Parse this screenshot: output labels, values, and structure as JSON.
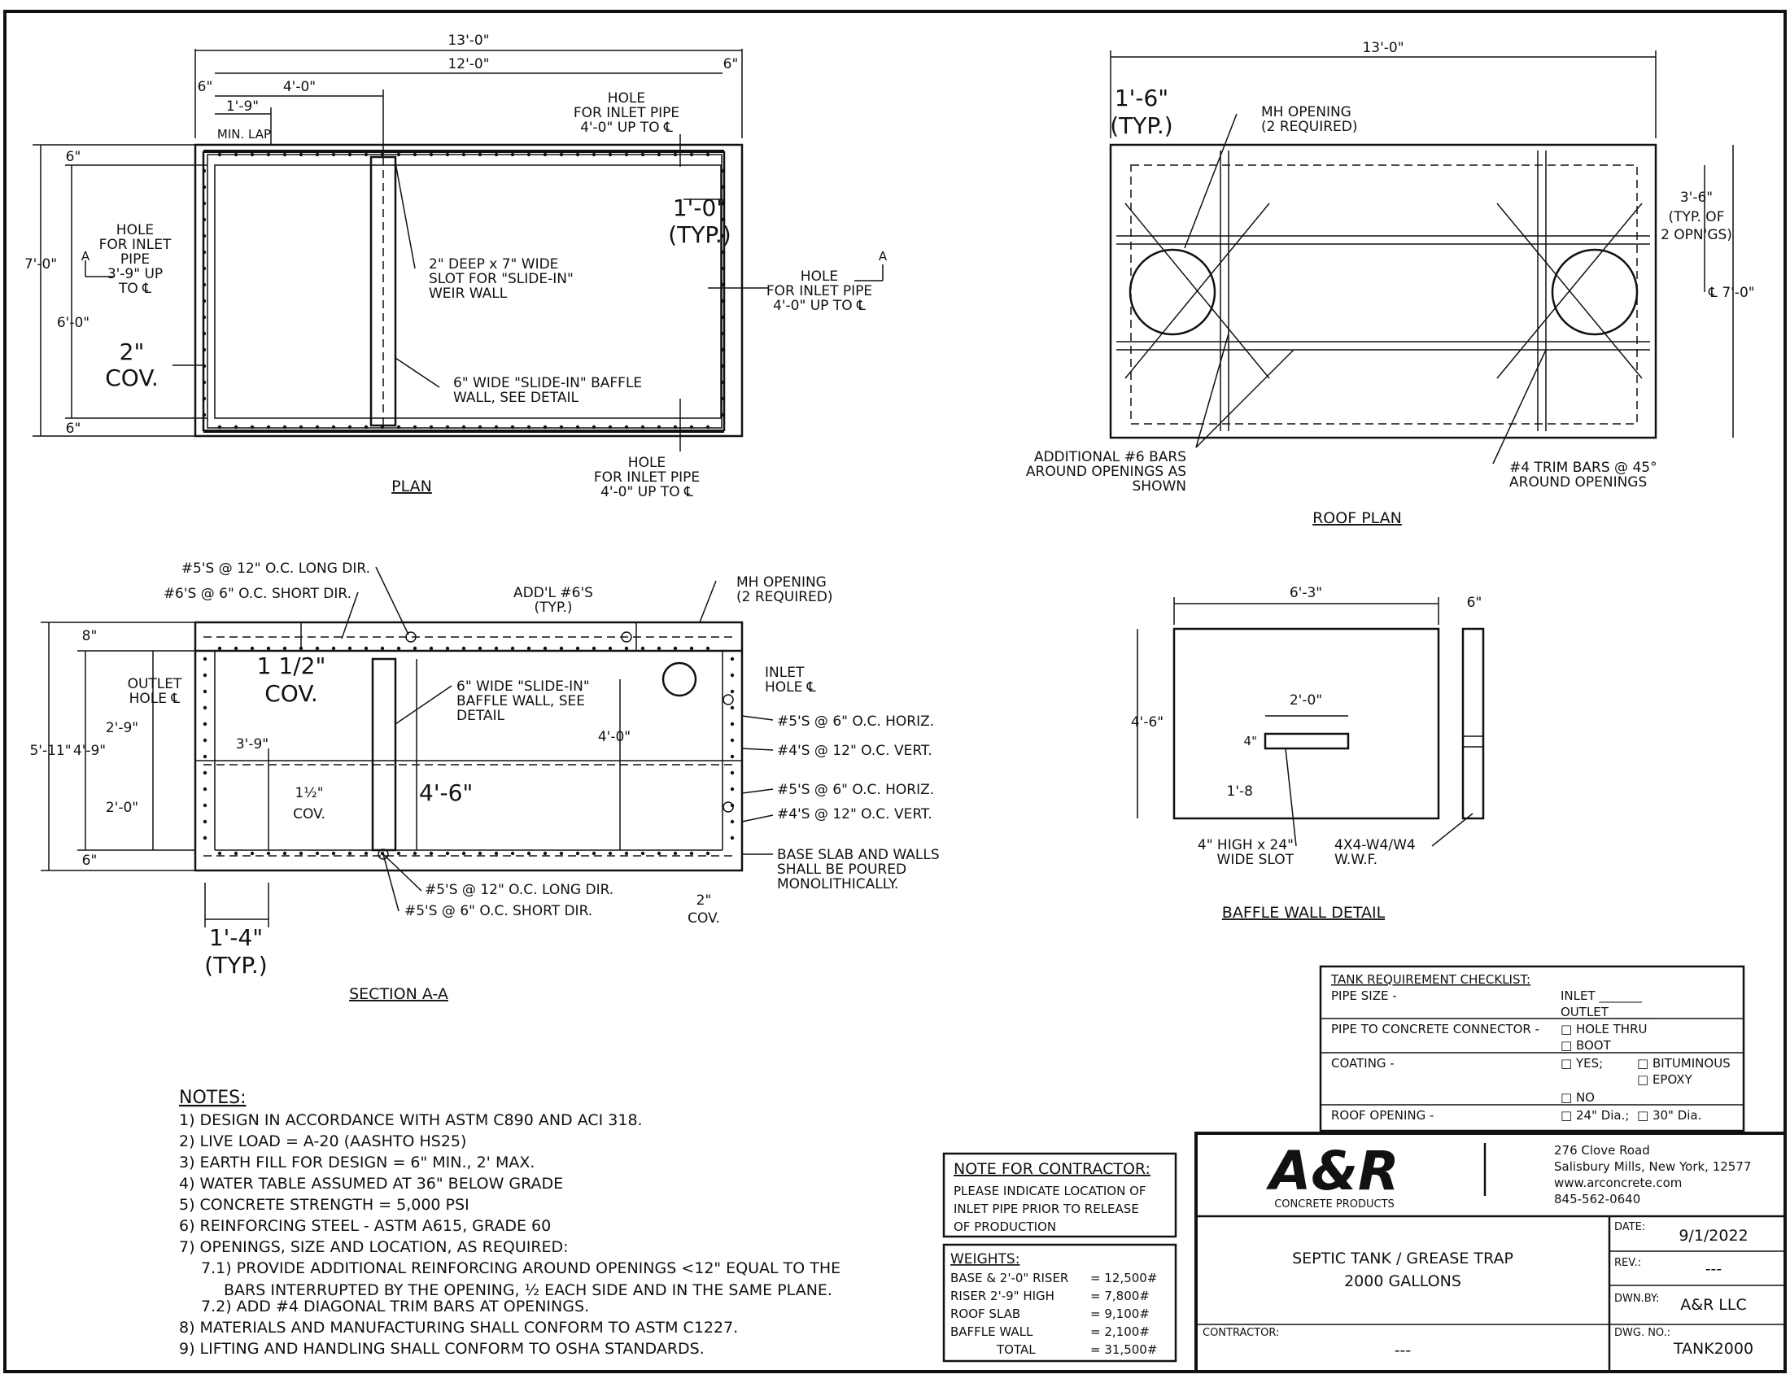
{
  "plan": {
    "title": "PLAN",
    "dim_overall": "13'-0\"",
    "dim_inner": "12'-0\"",
    "dim_right_wall": "6\"",
    "dim_left_wall": "6\"",
    "dim_4ft": "4'-0\"",
    "dim_1ft9": "1'-9\"",
    "min_lap": "MIN. LAP",
    "dim_7ft": "7'-0\"",
    "dim_6ft": "6'-0\"",
    "dim_top_wall": "6\"",
    "dim_bottom_wall": "6\"",
    "hole_top_right": [
      "HOLE",
      "FOR INLET PIPE",
      "4'-0\" UP TO ℄"
    ],
    "hole_left": [
      "HOLE",
      "FOR INLET",
      "PIPE",
      "3'-9\" UP",
      "TO ℄"
    ],
    "hole_right": [
      "HOLE",
      "FOR INLET PIPE",
      "4'-0\" UP TO ℄"
    ],
    "hole_bottom": [
      "HOLE",
      "FOR INLET PIPE",
      "4'-0\" UP TO ℄"
    ],
    "cov_label": [
      "2\"",
      "COV."
    ],
    "typ_label": [
      "1'-0\"",
      "(TYP.)"
    ],
    "slot_note": [
      "2\" DEEP x 7\" WIDE",
      "SLOT FOR \"SLIDE-IN\"",
      "WEIR WALL"
    ],
    "baffle_note": [
      "6\" WIDE \"SLIDE-IN\" BAFFLE",
      "WALL, SEE DETAIL"
    ],
    "section_mark": "A"
  },
  "roof_plan": {
    "title": "ROOF PLAN",
    "dim_overall": "13'-0\"",
    "typ_label": [
      "1'-6\"",
      "(TYP.)"
    ],
    "mh_note": [
      "MH OPENING",
      "(2 REQUIRED)"
    ],
    "opening_dim": [
      "3'-6\"",
      "(TYP. OF",
      "2 OPN'GS)"
    ],
    "dim_7ft": "℄ 7'-0\"",
    "bars_note": [
      "ADDITIONAL #6 BARS",
      "AROUND OPENINGS AS",
      "SHOWN"
    ],
    "trim_note": [
      "#4 TRIM BARS @ 45°",
      "AROUND OPENINGS"
    ]
  },
  "section": {
    "title": "SECTION A-A",
    "rebar_long": "#5'S @ 12\" O.C. LONG DIR.",
    "rebar_short": "#6'S @ 6\" O.C. SHORT DIR.",
    "addl": [
      "ADD'L #6'S",
      "(TYP.)"
    ],
    "mh_note": [
      "MH OPENING",
      "(2 REQUIRED)"
    ],
    "dim_8": "8\"",
    "dim_5ft11": "5'-11\"",
    "dim_4ft9": "4'-9\"",
    "dim_2ft9": "2'-9\"",
    "dim_2ft0": "2'-0\"",
    "dim_6": "6\"",
    "outlet": [
      "OUTLET",
      "HOLE ℄"
    ],
    "cov_top": [
      "1 1/2\"",
      "COV."
    ],
    "cov_mid": [
      "1½\"",
      "COV."
    ],
    "dim_3ft9": "3'-9\"",
    "baffle_note": [
      "6\" WIDE \"SLIDE-IN\"",
      "BAFFLE WALL, SEE",
      "DETAIL"
    ],
    "dim_4ft6": "4'-6\"",
    "dim_4ft0": "4'-0\"",
    "inlet": [
      "INLET",
      "HOLE ℄"
    ],
    "horiz1": "#5'S @ 6\" O.C. HORIZ.",
    "vert1": "#4'S @ 12\" O.C. VERT.",
    "horiz2": "#5'S @ 6\" O.C. HORIZ.",
    "vert2": "#4'S @ 12\" O.C. VERT.",
    "base_note": [
      "BASE SLAB AND WALLS",
      "SHALL BE POURED",
      "MONOLITHICALLY."
    ],
    "bottom_long": "#5'S @ 12\" O.C. LONG DIR.",
    "bottom_short": "#5'S @ 6\" O.C. SHORT DIR.",
    "cov_bottom": [
      "2\"",
      "COV."
    ],
    "typ_bottom": [
      "1'-4\"",
      "(TYP.)"
    ]
  },
  "baffle": {
    "title": "BAFFLE WALL DETAIL",
    "dim_width": "6'-3\"",
    "dim_thick": "6\"",
    "dim_height": "4'-6\"",
    "dim_slot_w": "2'-0\"",
    "dim_slot_h": "4\"",
    "dim_slot_up": "1'-8",
    "slot_note": [
      "4\" HIGH x 24\"",
      "WIDE SLOT"
    ],
    "wwf_note": [
      "4X4-W4/W4",
      "W.W.F."
    ]
  },
  "notes": {
    "heading": "NOTES:",
    "lines": [
      "1) DESIGN IN ACCORDANCE WITH ASTM C890 AND ACI 318.",
      "2) LIVE LOAD = A-20 (AASHTO HS25)",
      "3) EARTH FILL FOR DESIGN = 6\" MIN., 2' MAX.",
      "4) WATER TABLE ASSUMED AT 36\" BELOW GRADE",
      "5) CONCRETE STRENGTH = 5,000 PSI",
      "6) REINFORCING STEEL - ASTM A615, GRADE 60",
      "7) OPENINGS, SIZE AND LOCATION, AS REQUIRED:",
      "7.1) PROVIDE ADDITIONAL REINFORCING AROUND OPENINGS <12\" EQUAL TO THE",
      "BARS INTERRUPTED BY THE OPENING, ½  EACH SIDE AND IN THE SAME PLANE.",
      "7.2) ADD #4 DIAGONAL TRIM BARS AT OPENINGS.",
      "8) MATERIALS AND MANUFACTURING SHALL CONFORM TO ASTM C1227.",
      "9) LIFTING AND HANDLING SHALL CONFORM TO OSHA STANDARDS."
    ]
  },
  "contractor_note": {
    "heading": "NOTE FOR CONTRACTOR:",
    "lines": [
      "PLEASE INDICATE LOCATION OF",
      "INLET PIPE PRIOR TO RELEASE",
      "OF PRODUCTION"
    ]
  },
  "weights": {
    "heading": "WEIGHTS:",
    "rows": [
      {
        "label": "BASE & 2'-0\" RISER",
        "value": "= 12,500#"
      },
      {
        "label": "RISER 2'-9\" HIGH",
        "value": "=   7,800#"
      },
      {
        "label": "ROOF SLAB",
        "value": "=   9,100#"
      },
      {
        "label": "BAFFLE WALL",
        "value": "=   2,100#"
      },
      {
        "label": "TOTAL",
        "value": "= 31,500#"
      }
    ]
  },
  "checklist": {
    "heading": "TANK REQUIREMENT CHECKLIST:",
    "pipe_size": "PIPE SIZE -",
    "inlet": "INLET _______",
    "outlet": "OUTLET _______",
    "connector": "PIPE TO CONCRETE CONNECTOR -",
    "hole_thru": "□ HOLE THRU",
    "boot": "□ BOOT",
    "coating": "COATING -",
    "yes": "□ YES;",
    "bituminous": "□ BITUMINOUS",
    "epoxy": "□ EPOXY",
    "no": "□ NO",
    "roof_opening": "ROOF OPENING -",
    "dia24": "□ 24\" Dia.;",
    "dia30": "□ 30\" Dia."
  },
  "title_block": {
    "logo": "A&R",
    "logo_sub": "CONCRETE PRODUCTS",
    "address": [
      "276 Clove Road",
      "Salisbury Mills, New York, 12577",
      "www.arconcrete.com",
      "845-562-0640"
    ],
    "project": [
      "SEPTIC TANK / GREASE TRAP",
      "2000 GALLONS"
    ],
    "date_label": "DATE:",
    "date": "9/1/2022",
    "rev_label": "REV.:",
    "rev": "---",
    "dwn_label": "DWN.BY:",
    "dwn": "A&R LLC",
    "contractor_label": "CONTRACTOR:",
    "contractor": "---",
    "dwg_label": "DWG. NO.:",
    "dwg": "TANK2000"
  }
}
